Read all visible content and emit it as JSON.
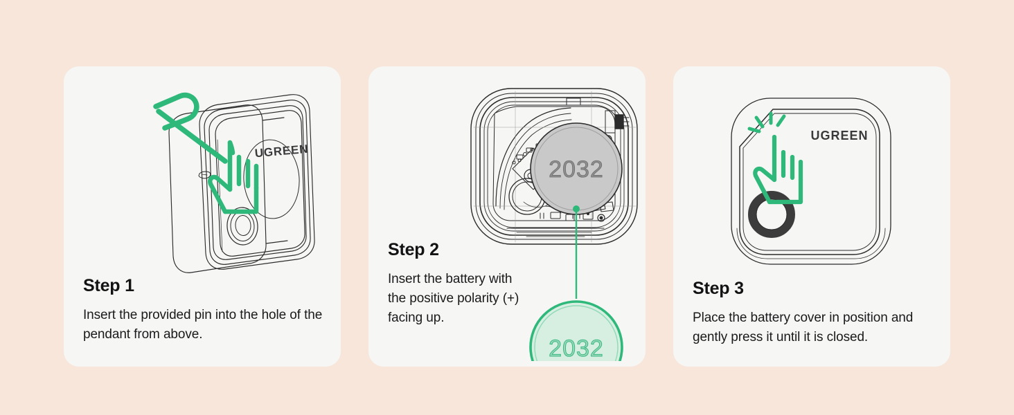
{
  "page": {
    "background_color": "#f7e6d9",
    "card_background_color": "#f6f6f5",
    "accent_green": "#2eb87a",
    "accent_green_light": "#d6efe1",
    "line_color": "#2b2b2b",
    "battery_fill": "#c9c9c9"
  },
  "steps": [
    {
      "id": "step-1",
      "title": "Step 1",
      "description": "Insert the provided pin into the hole of the pendant from above.",
      "illustration": {
        "name": "pendant-with-pin-illustration",
        "brand_label": "UGREEN",
        "icons": [
          "pin-tool-icon",
          "pointing-hand-icon",
          "pendant-body",
          "pendant-button"
        ]
      }
    },
    {
      "id": "step-2",
      "title": "Step 2",
      "description": "Insert the battery with the positive polarity (+) facing up.",
      "illustration": {
        "name": "open-battery-compartment-illustration",
        "battery_label": "2032",
        "callout_label": "2032",
        "icons": [
          "battery-coin-cell",
          "pcb-board",
          "callout-circle",
          "callout-connector-line"
        ]
      }
    },
    {
      "id": "step-3",
      "title": "Step 3",
      "description": "Place the battery cover in position and gently press it until it is closed.",
      "illustration": {
        "name": "closed-pendant-press-illustration",
        "brand_label": "UGREEN",
        "icons": [
          "tap-hand-icon",
          "tap-sparkle-icon",
          "pendant-cover",
          "pendant-button-ring"
        ]
      }
    }
  ]
}
